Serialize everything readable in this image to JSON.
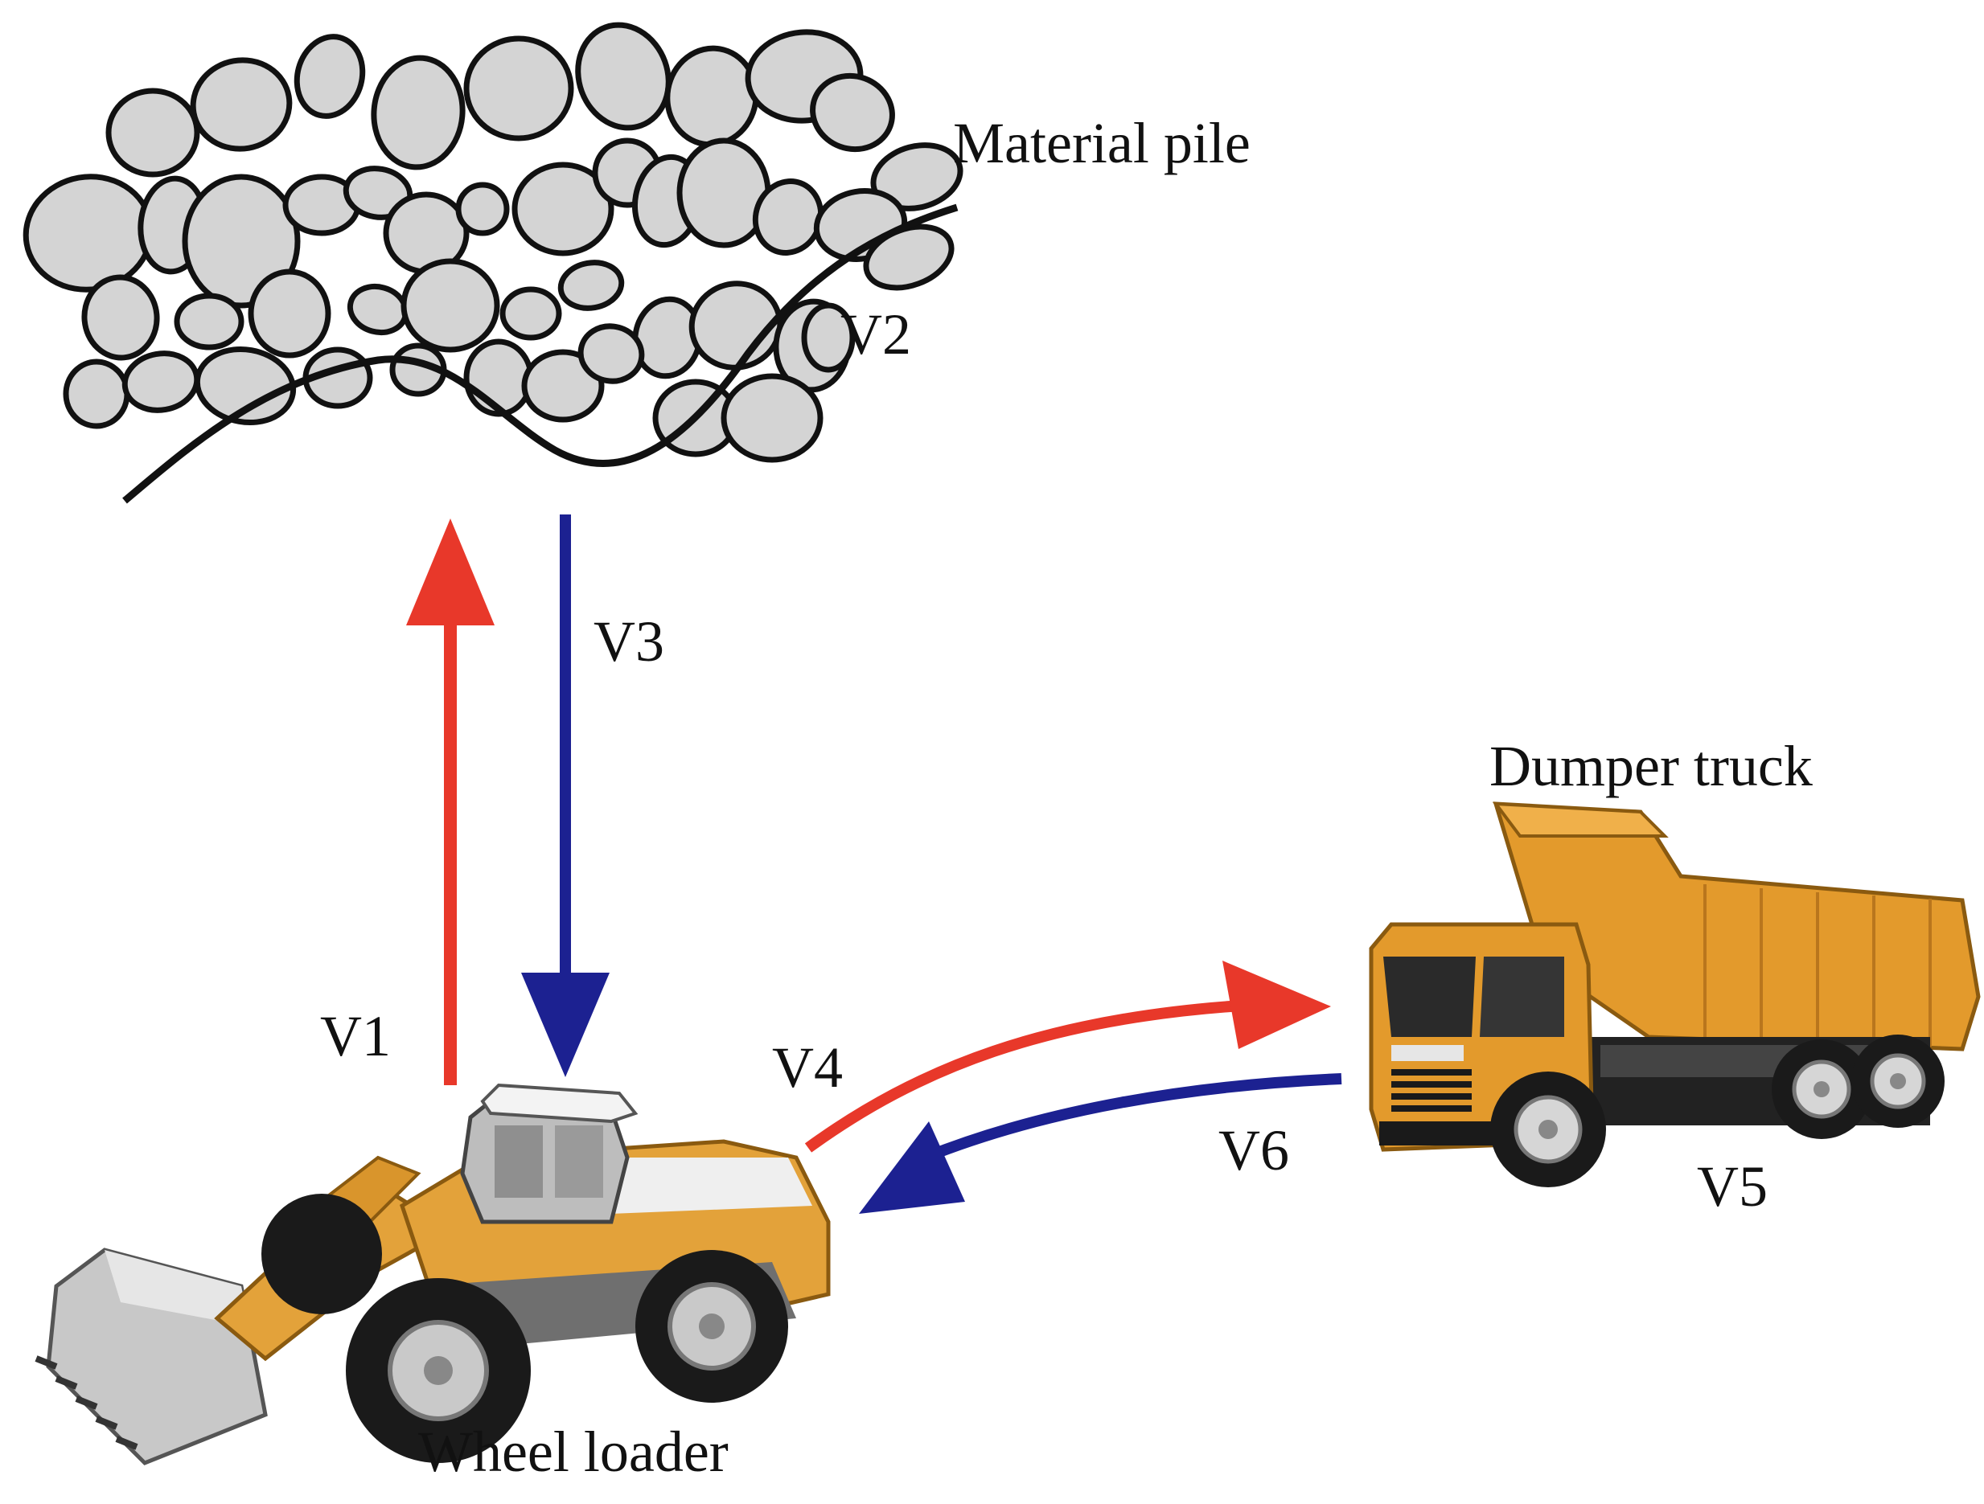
{
  "labels": {
    "material_pile": "Material pile",
    "wheel_loader": "Wheel loader",
    "dumper_truck": "Dumper truck",
    "v1": "V1",
    "v2": "V2",
    "v3": "V3",
    "v4": "V4",
    "v5": "V5",
    "v6": "V6"
  },
  "colors": {
    "loaded_arrow": "#e8382a",
    "empty_arrow": "#1c2191",
    "rock_fill": "#d4d4d4",
    "loader_body": "#e3a23a",
    "truck_body": "#e39a2c"
  },
  "icons": {
    "pile": "rock-pile-icon",
    "loader": "wheel-loader-icon",
    "truck": "dump-truck-icon"
  }
}
